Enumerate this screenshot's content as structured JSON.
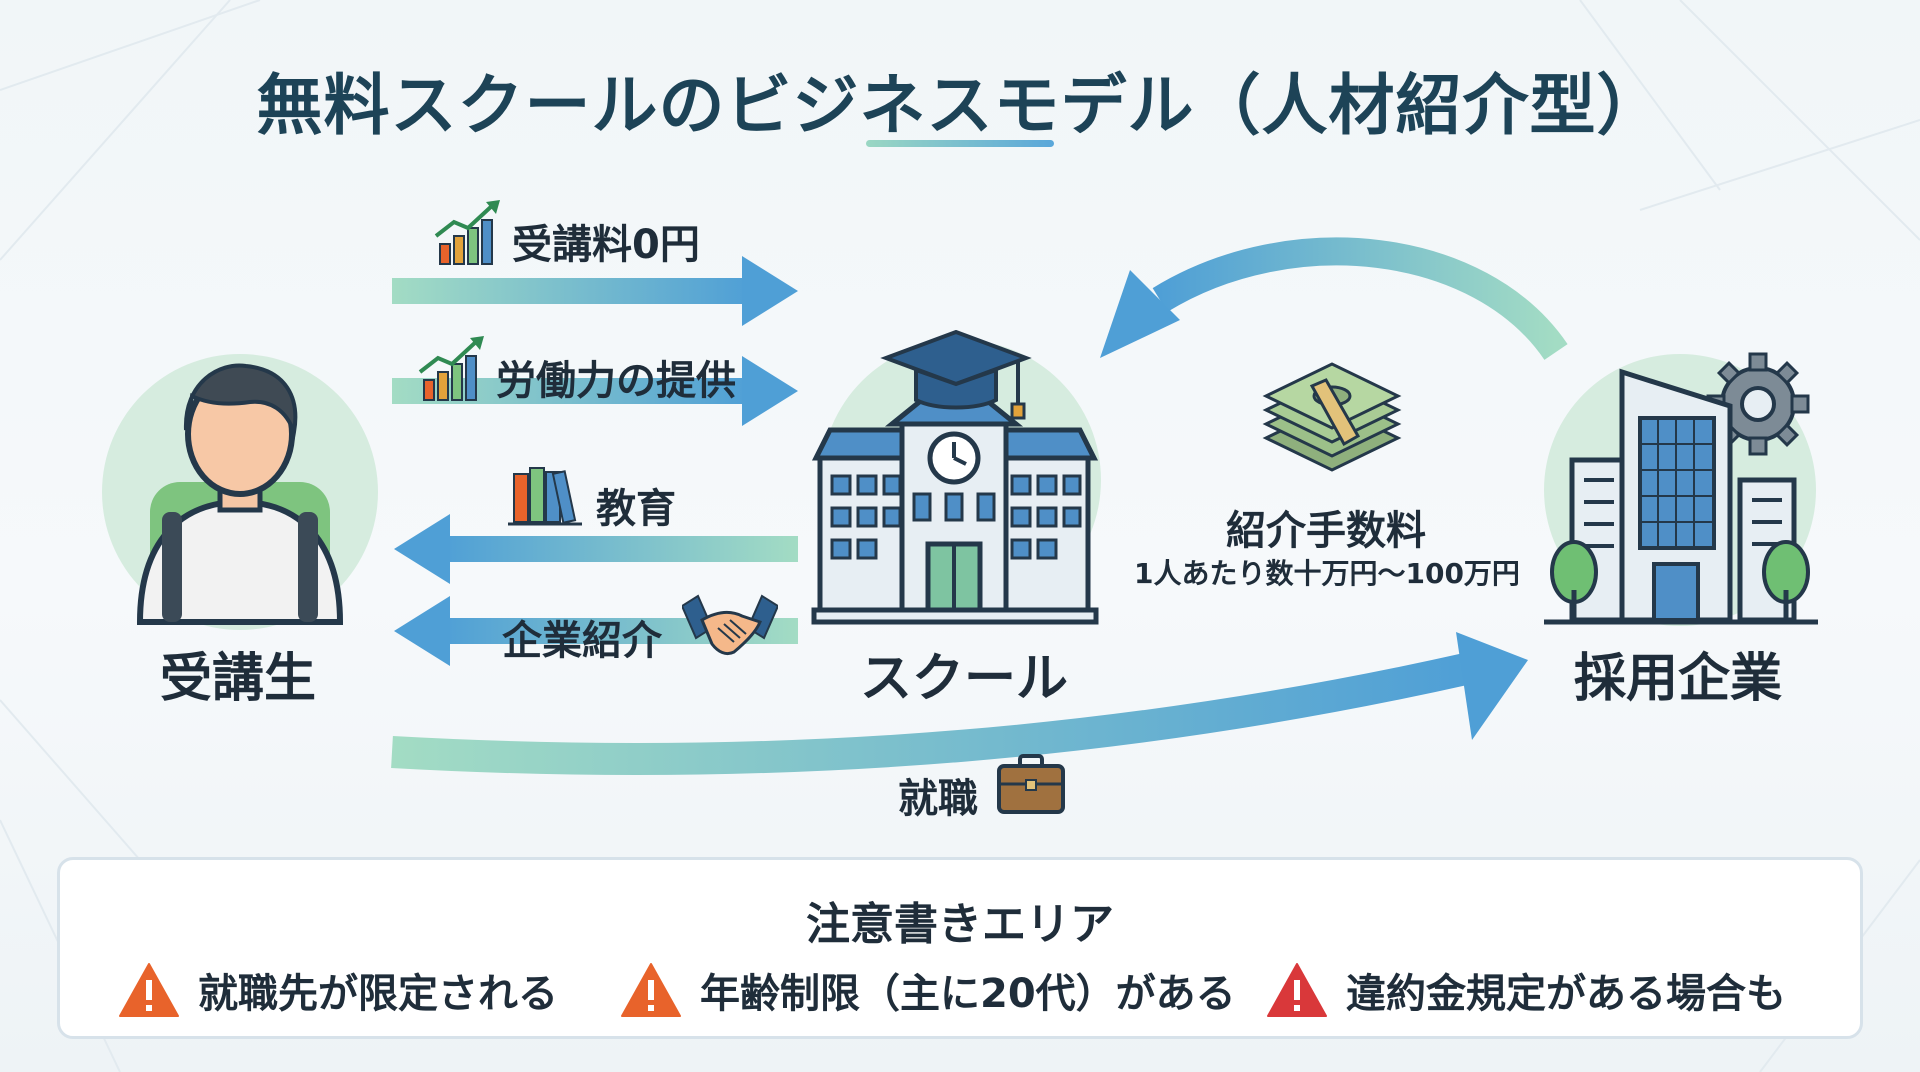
{
  "title": "無料スクールのビジネスモデル（人材紹介型）",
  "entities": {
    "student": "受講生",
    "school": "スクール",
    "company": "採用企業"
  },
  "flows": {
    "tuition": "受講料0円",
    "labor": "労働力の提供",
    "education": "教育",
    "referral": "企業紹介",
    "employment": "就職",
    "fee_title": "紹介手数料",
    "fee_detail": "1人あたり数十万円〜100万円"
  },
  "caution": {
    "title": "注意書きエリア",
    "items": [
      "就職先が限定される",
      "年齢制限（主に20代）がある",
      "違約金規定がある場合も"
    ]
  },
  "colors": {
    "arrow_start": "#9ad7bf",
    "arrow_end": "#4f9fd6",
    "circle_bg": "#d6ecdf",
    "title": "#1d4357",
    "warning_orange": "#e8632b",
    "warning_red": "#d9383a"
  },
  "icons": [
    "growth-chart-icon",
    "growth-chart-icon",
    "books-icon",
    "handshake-icon",
    "briefcase-icon",
    "money-stack-icon",
    "student-icon",
    "school-building-icon",
    "office-building-icon",
    "warning-icon"
  ]
}
